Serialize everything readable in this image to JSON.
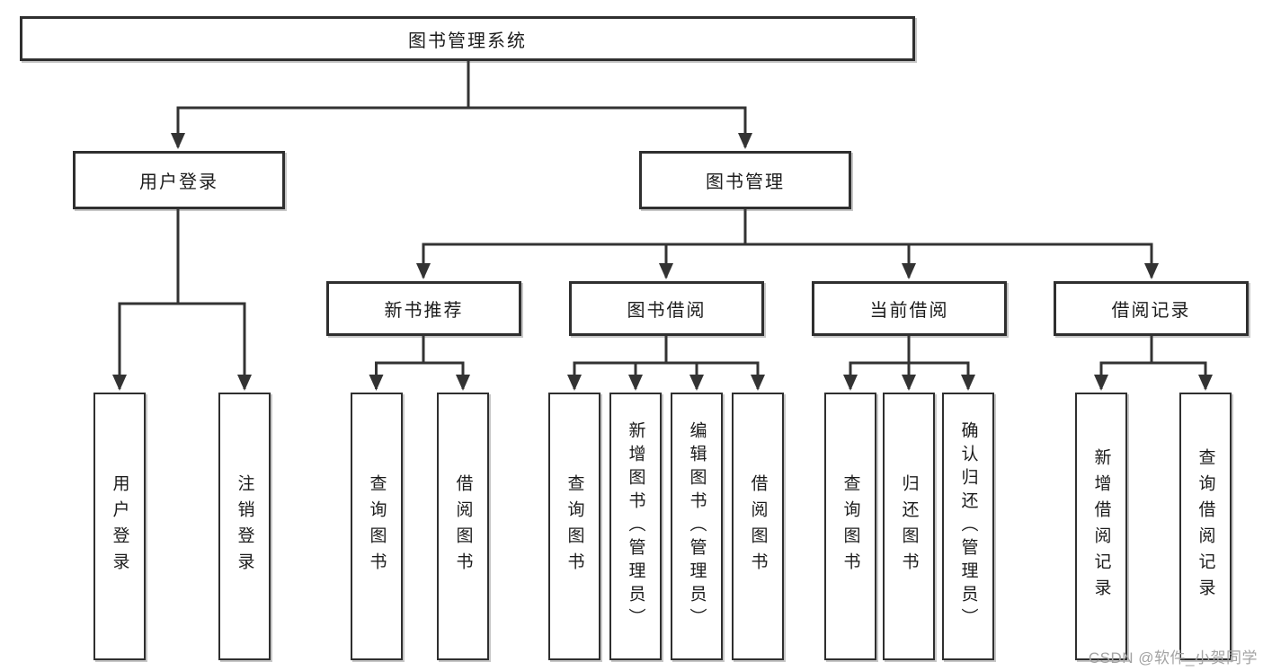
{
  "diagram": {
    "title": "图书管理系统",
    "root": {
      "label": "图书管理系统"
    },
    "level2": [
      {
        "id": "user-login",
        "label": "用户登录"
      },
      {
        "id": "book-management",
        "label": "图书管理"
      }
    ],
    "level3": [
      {
        "id": "new-book-recommend",
        "label": "新书推荐",
        "parent": "图书管理"
      },
      {
        "id": "book-borrowing",
        "label": "图书借阅",
        "parent": "图书管理"
      },
      {
        "id": "current-borrowing",
        "label": "当前借阅",
        "parent": "图书管理"
      },
      {
        "id": "borrowing-records",
        "label": "借阅记录",
        "parent": "图书管理"
      }
    ],
    "leaves": {
      "user_login": [
        "用户登录",
        "注销登录"
      ],
      "new_book": [
        "查询图书",
        "借阅图书"
      ],
      "book_borrow": [
        "查询图书",
        "新增图书（管理员）",
        "编辑图书（管理员）",
        "借阅图书"
      ],
      "current_borrow": [
        "查询图书",
        "归还图书",
        "确认归还（管理员）"
      ],
      "borrow_record": [
        "新增借阅记录",
        "查询借阅记录"
      ]
    },
    "colors": {
      "line": "#333333",
      "border": "#2f2f2f",
      "text": "#1c1c1c",
      "background": "#ffffff",
      "watermark": "#a3a3a3"
    }
  },
  "watermark": {
    "text": "CSDN @软件_小贺同学"
  }
}
